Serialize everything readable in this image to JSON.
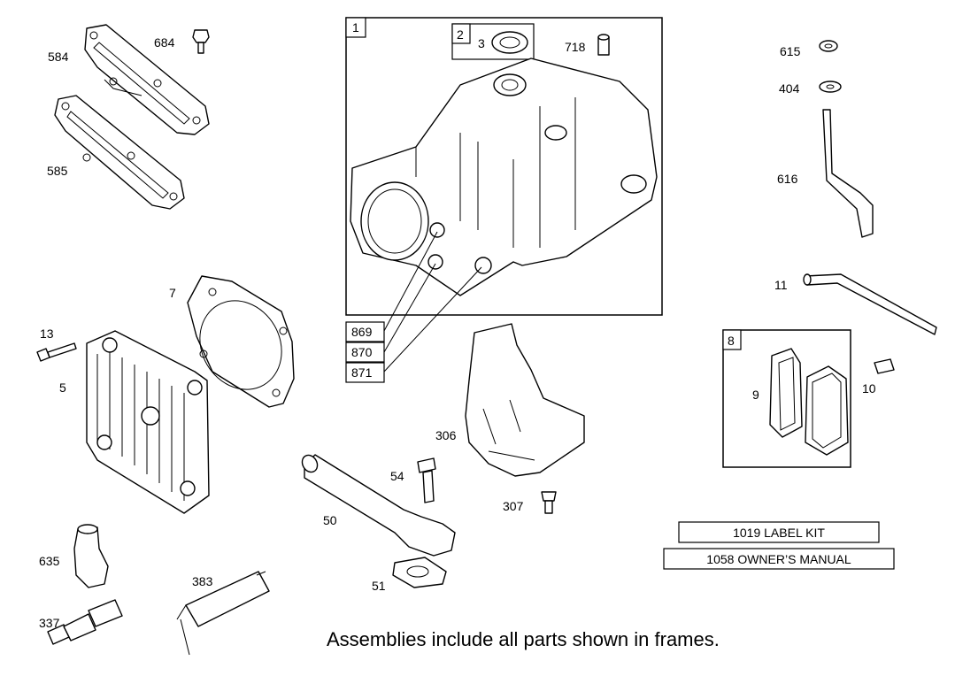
{
  "labels": {
    "p584": "584",
    "p684": "684",
    "p585": "585",
    "p7": "7",
    "p13": "13",
    "p5": "5",
    "p1": "1",
    "p2": "2",
    "p3": "3",
    "p718": "718",
    "p869": "869",
    "p870": "870",
    "p871": "871",
    "p615": "615",
    "p404": "404",
    "p616": "616",
    "p11": "11",
    "p8": "8",
    "p9": "9",
    "p10": "10",
    "p306": "306",
    "p307": "307",
    "p54": "54",
    "p50": "50",
    "p51": "51",
    "p635": "635",
    "p337": "337",
    "p383": "383"
  },
  "kits": {
    "label_kit": "1019 LABEL KIT",
    "owners_manual": "1058 OWNER’S MANUAL"
  },
  "footnote": "Assemblies include all parts shown in frames."
}
